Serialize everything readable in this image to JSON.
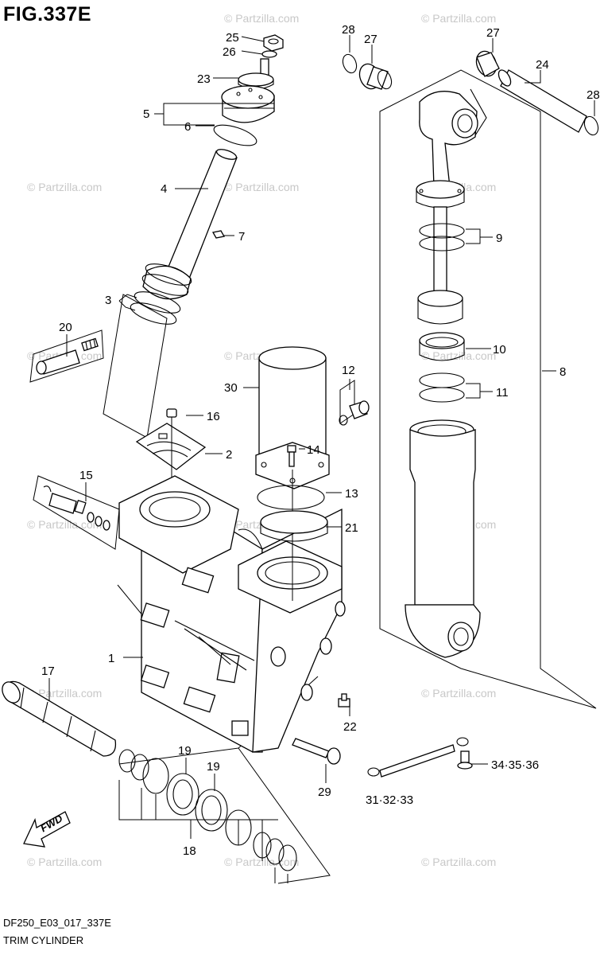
{
  "figure": {
    "title": "FIG.337E",
    "code": "DF250_E03_017_337E",
    "caption": "TRIM CYLINDER"
  },
  "watermark_text": "© Partzilla.com",
  "fwd_label": "FWD",
  "callouts": [
    {
      "num": "1"
    },
    {
      "num": "2"
    },
    {
      "num": "3"
    },
    {
      "num": "4"
    },
    {
      "num": "5"
    },
    {
      "num": "6"
    },
    {
      "num": "7"
    },
    {
      "num": "8"
    },
    {
      "num": "9"
    },
    {
      "num": "10"
    },
    {
      "num": "11"
    },
    {
      "num": "12"
    },
    {
      "num": "13"
    },
    {
      "num": "14"
    },
    {
      "num": "15"
    },
    {
      "num": "16"
    },
    {
      "num": "17"
    },
    {
      "num": "18"
    },
    {
      "num": "19"
    },
    {
      "num": "19"
    },
    {
      "num": "20"
    },
    {
      "num": "21"
    },
    {
      "num": "22"
    },
    {
      "num": "23"
    },
    {
      "num": "24"
    },
    {
      "num": "25"
    },
    {
      "num": "26"
    },
    {
      "num": "27"
    },
    {
      "num": "27"
    },
    {
      "num": "28"
    },
    {
      "num": "28"
    },
    {
      "num": "29"
    },
    {
      "num": "30"
    },
    {
      "num": "31·32·33"
    },
    {
      "num": "34·35·36"
    }
  ]
}
